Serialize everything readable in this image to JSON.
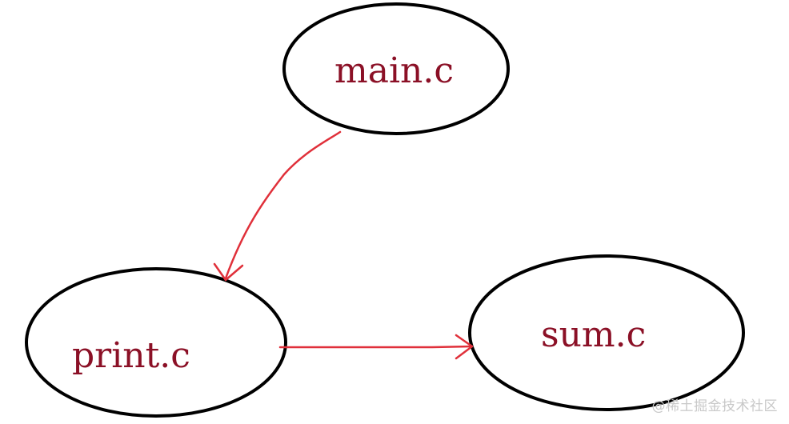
{
  "colors": {
    "node_outline": "#000000",
    "node_text": "#8b1026",
    "edge": "#e0303a",
    "watermark": "#c8c8c8"
  },
  "nodes": {
    "main": {
      "label": "main.c"
    },
    "print": {
      "label": "print.c"
    },
    "sum": {
      "label": "sum.c"
    }
  },
  "edges": [
    {
      "from": "main.c",
      "to": "print.c"
    },
    {
      "from": "print.c",
      "to": "sum.c"
    }
  ],
  "watermark": {
    "text": "@稀土掘金技术社区"
  }
}
